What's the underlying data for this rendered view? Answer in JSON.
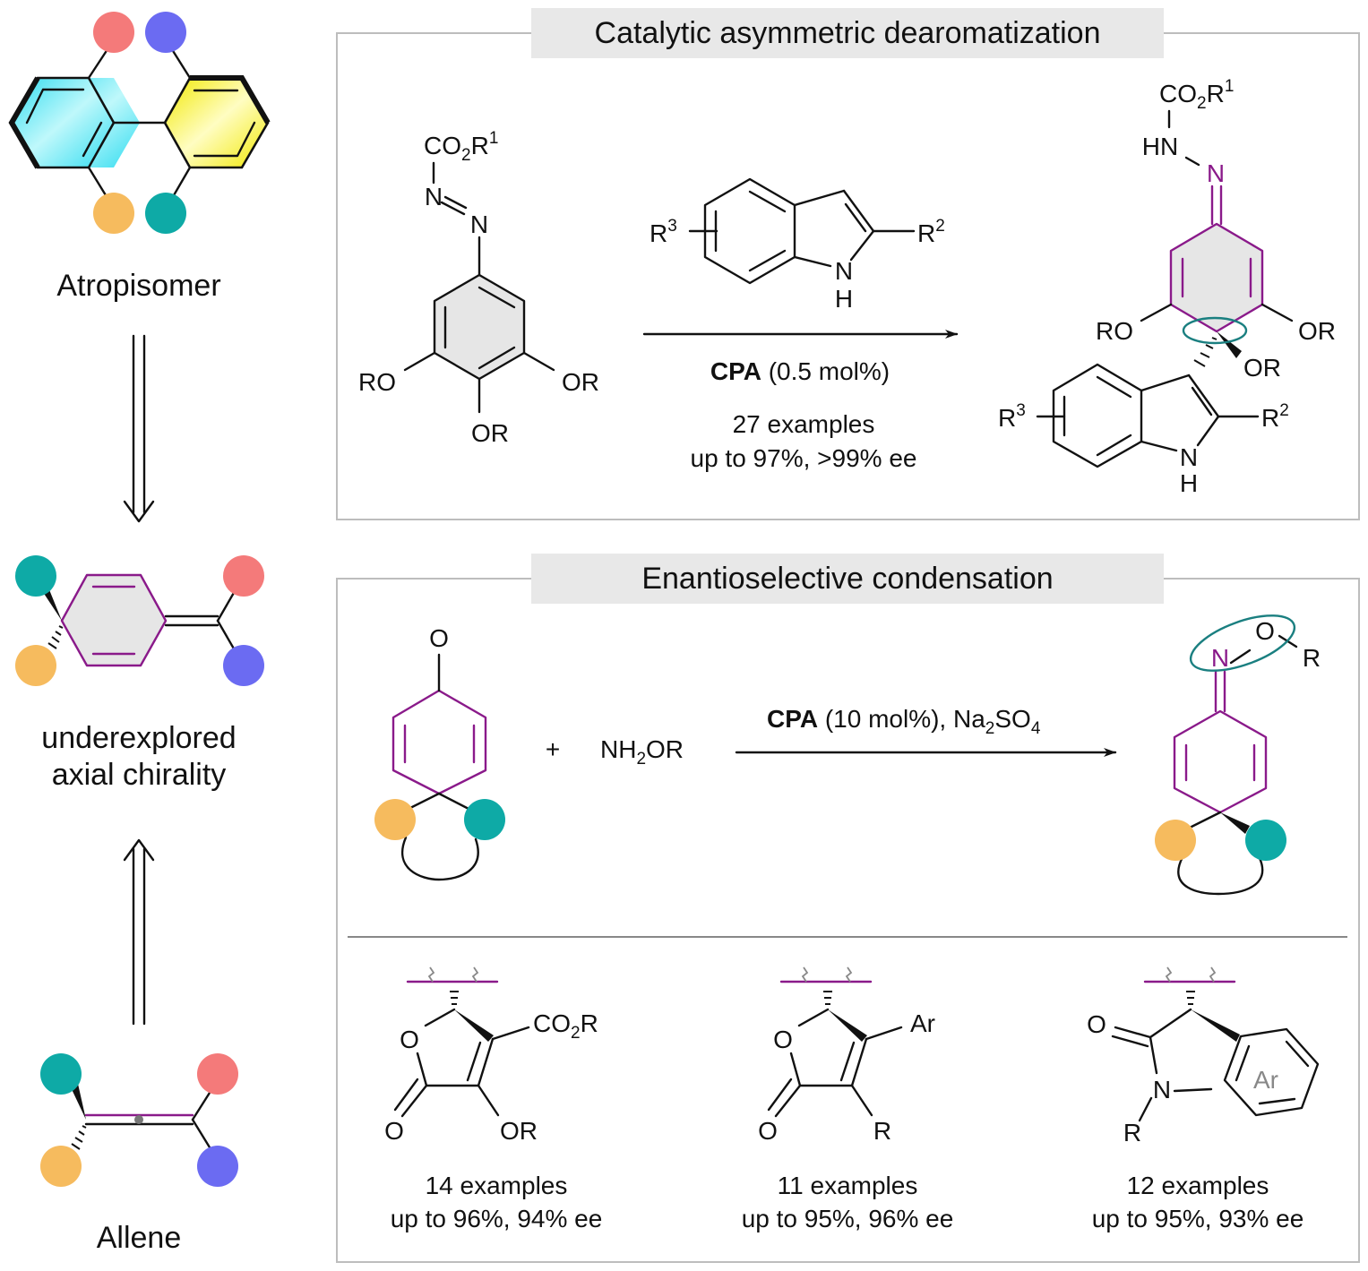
{
  "left_panel": {
    "atropisomer_label": "Atropisomer",
    "center_label_line1": "underexplored",
    "center_label_line2": "axial chirality",
    "allene_label": "Allene"
  },
  "panel_top": {
    "title": "Catalytic asymmetric dearomatization",
    "catalyst_bold": "CPA",
    "catalyst_loading": " (0.5 mol%)",
    "examples": "27 examples",
    "yield_ee": "up to 97%, >99% ee"
  },
  "panel_bottom": {
    "title": "Enantioselective condensation",
    "plus": "+",
    "catalyst_bold": "CPA",
    "catalyst_loading": " (10 mol%), Na",
    "reagent_text": "NH",
    "scope": [
      {
        "examples": "14 examples",
        "yield_ee": "up to 96%, 94% ee"
      },
      {
        "examples": "11 examples",
        "yield_ee": "up to 95%, 96% ee"
      },
      {
        "examples": "12 examples",
        "yield_ee": "up to 95%, 93% ee"
      }
    ]
  },
  "atoms": {
    "co2r1": "CO",
    "r1": "R",
    "n": "N",
    "hn": "HN",
    "h": "H",
    "ro": "RO",
    "or": "OR",
    "r2": "R",
    "r3": "R",
    "o": "O",
    "r": "R",
    "ar": "Ar",
    "co2r": "CO",
    "sup1": "1",
    "sup2": "2",
    "sup3": "3",
    "sub2": "2",
    "sub4": "4",
    "so": "SO",
    "or_small": "OR"
  },
  "colors": {
    "red": "#f47a7a",
    "blue": "#6b6bf2",
    "orange": "#f6bb5e",
    "teal": "#0eaaa6",
    "cyan_ring": "#63e9f0",
    "yellow_ring": "#fbf25c",
    "purple": "#8a1a8a",
    "teal_oval": "#1a7f80"
  }
}
